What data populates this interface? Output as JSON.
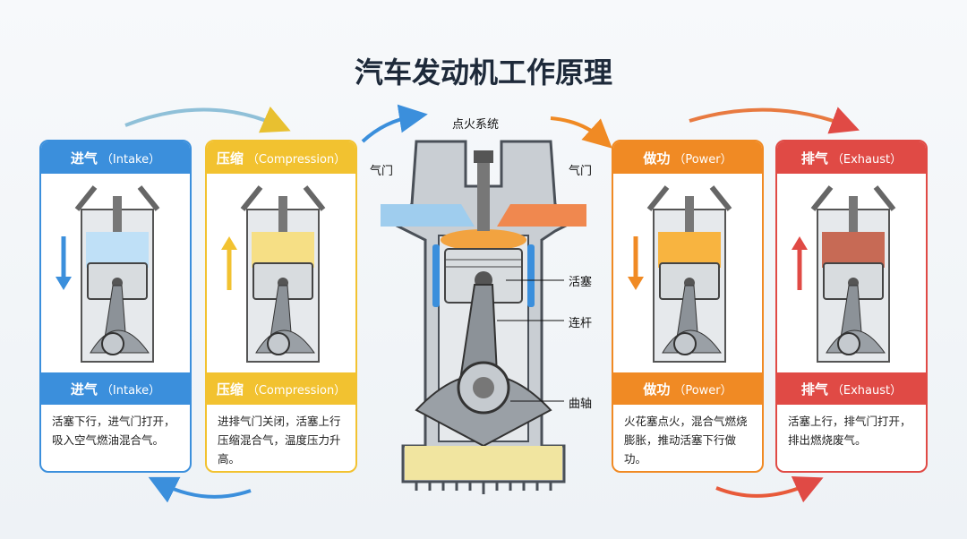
{
  "title": "汽车发动机工作原理",
  "cards": [
    {
      "cn": "进气",
      "en": "（Intake）",
      "desc": "活塞下行，进气门打开，吸入空气燃油混合气。",
      "color": "#3b8fdc",
      "fill": "#bfe0f7",
      "arrow": "down"
    },
    {
      "cn": "压缩",
      "en": "（Compression）",
      "desc": "进排气门关闭，活塞上行压缩混合气，温度压力升高。",
      "color": "#f2c230",
      "fill": "#f6df85",
      "arrow": "up"
    },
    {
      "cn": "做功",
      "en": "（Power）",
      "desc": "火花塞点火，混合气燃烧膨胀，推动活塞下行做功。",
      "color": "#f08a24",
      "fill": "#f8b440",
      "arrow": "down"
    },
    {
      "cn": "排气",
      "en": "（Exhaust）",
      "desc": "活塞上行，排气门打开，排出燃烧废气。",
      "color": "#e04a45",
      "fill": "#c76a55",
      "arrow": "up"
    }
  ],
  "engine_labels": {
    "ignition": "点火系统",
    "valve_left": "气门",
    "valve_right": "气门",
    "piston": "活塞",
    "rod": "连杆",
    "crank": "曲轴"
  }
}
